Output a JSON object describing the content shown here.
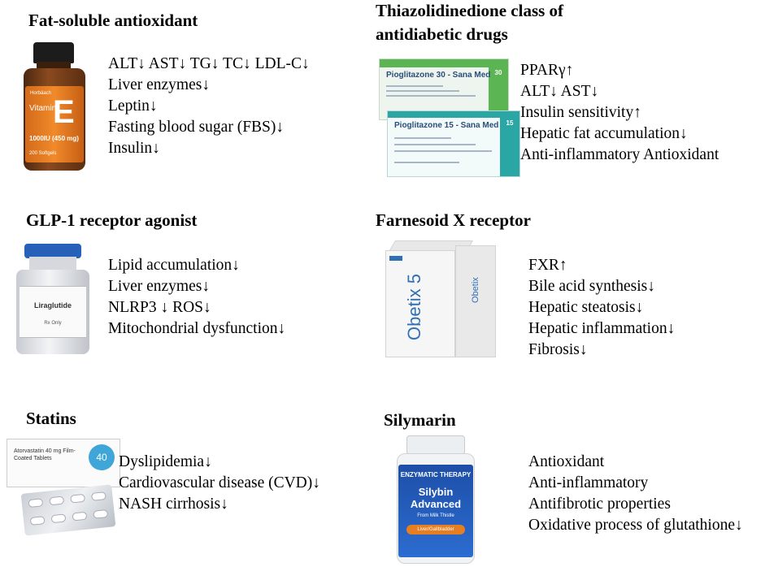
{
  "panels": {
    "vitamin_e": {
      "title": "Fat-soluble antioxidant",
      "effects": [
        "ALT↓ AST↓ TG↓ TC↓ LDL-C↓",
        "Liver enzymes↓",
        "Leptin↓",
        "Fasting blood sugar (FBS)↓",
        "Insulin↓"
      ],
      "product": {
        "brand": "Horbäach",
        "name": "Vitamin",
        "letter": "E",
        "dose": "1000IU (450 mg)",
        "count": "200 Softgels"
      }
    },
    "thiazolidinedione": {
      "title_line1": "Thiazolidinedione  class of",
      "title_line2": "antidiabetic drugs",
      "effects": [
        "PPARγ↑",
        "ALT↓ AST↓",
        "Insulin sensitivity↑",
        "Hepatic fat accumulation↓",
        "Anti-inflammatory Antioxidant"
      ],
      "product": {
        "back_title": "Pioglitazone 30 - Sana Med",
        "back_side": "30",
        "front_title": "Pioglitazone 15 - Sana Med",
        "front_side": "15"
      }
    },
    "glp1": {
      "title": "GLP-1 receptor agonist",
      "effects": [
        "Lipid accumulation↓",
        "Liver enzymes↓",
        "NLRP3 ↓ ROS↓",
        "Mitochondrial dysfunction↓"
      ],
      "product": {
        "name": "Liraglutide",
        "rx": "Rx Only"
      }
    },
    "fxr": {
      "title": "Farnesoid X receptor",
      "effects": [
        "FXR↑",
        "Bile acid synthesis↓",
        "Hepatic steatosis↓",
        "Hepatic inflammation↓",
        "Fibrosis↓"
      ],
      "product": {
        "name": "Obetix 5",
        "side_name": "Obetix"
      }
    },
    "statins": {
      "title": "Statins",
      "effects": [
        "Dyslipidemia↓",
        "Cardiovascular disease (CVD)↓",
        "NASH cirrhosis↓"
      ],
      "product": {
        "name": "Atorvastatin 40 mg Film-Coated Tablets",
        "dose": "40"
      }
    },
    "silymarin": {
      "title": "Silymarin",
      "effects": [
        "Antioxidant",
        "Anti-inflammatory",
        "Antifibrotic properties",
        "Oxidative process of glutathione↓"
      ],
      "product": {
        "brand": "ENZYMATIC THERAPY",
        "name": "Silybin Advanced",
        "sub": "From Milk Thistle",
        "band": "Liver/Gallbladder"
      }
    }
  }
}
